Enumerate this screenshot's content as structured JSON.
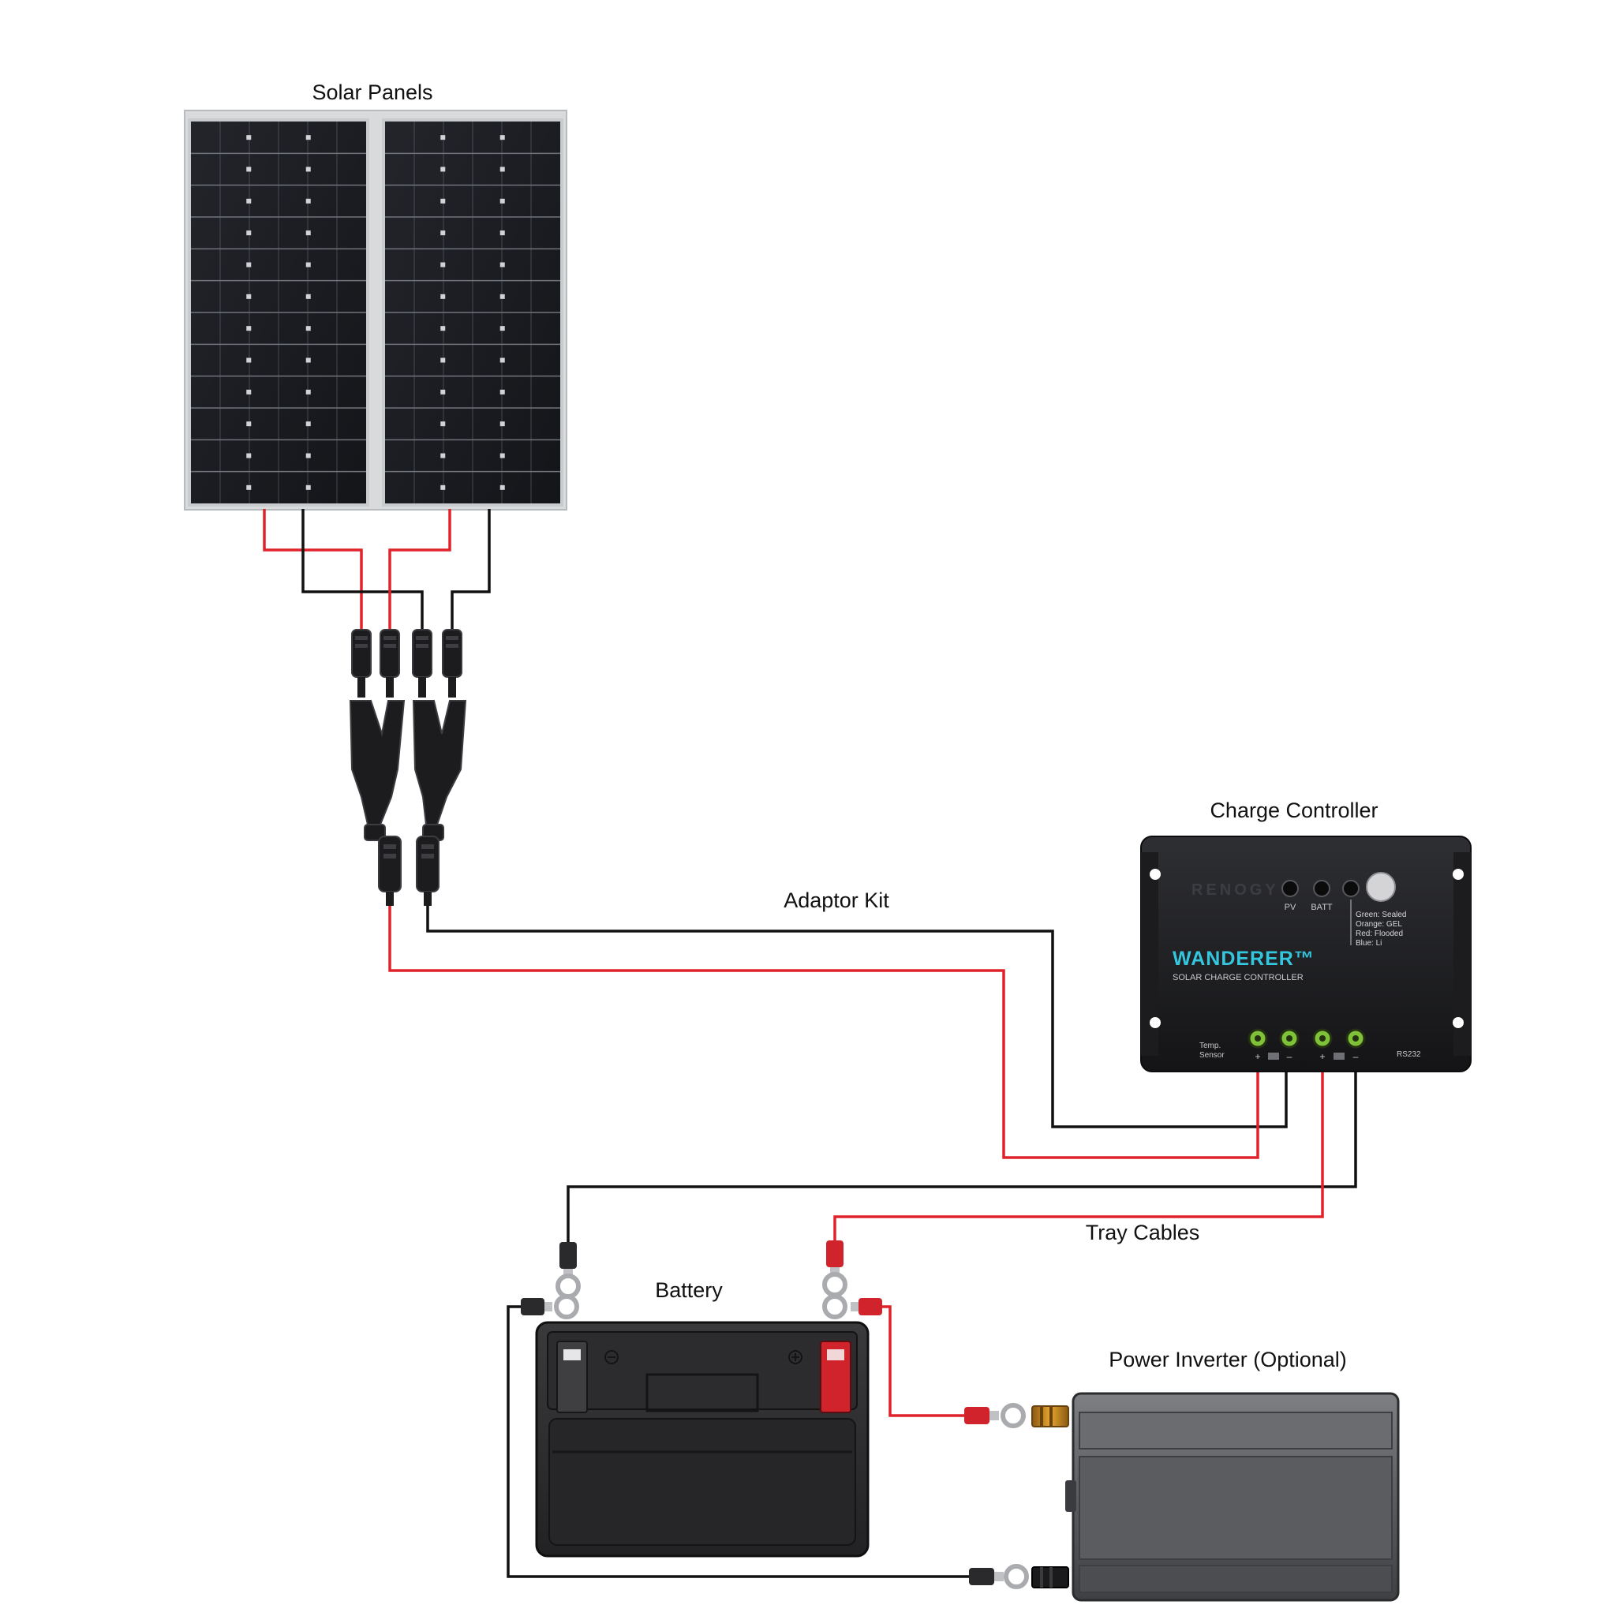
{
  "labels": {
    "solar_panels": "Solar Panels",
    "adaptor_kit": "Adaptor Kit",
    "charge_controller": "Charge Controller",
    "tray_cables": "Tray Cables",
    "battery": "Battery",
    "power_inverter": "Power Inverter (Optional)"
  },
  "controller": {
    "brand": "RENOGY",
    "model": "WANDERER™",
    "subtitle": "SOLAR CHARGE CONTROLLER",
    "led_pv": "PV",
    "led_batt": "BATT",
    "legend": [
      "Green: Sealed",
      "Orange: GEL",
      "Red: Flooded",
      "Blue: Li"
    ],
    "temp_sensor": [
      "Temp.",
      "Sensor"
    ],
    "rs232": "RS232",
    "terminal_marks": [
      "+",
      "–",
      "+",
      "–"
    ]
  },
  "colors": {
    "positive_wire": "#e0232b",
    "negative_wire": "#111111",
    "accent_cyan": "#35c6df",
    "terminal_green": "#7ec23a"
  }
}
